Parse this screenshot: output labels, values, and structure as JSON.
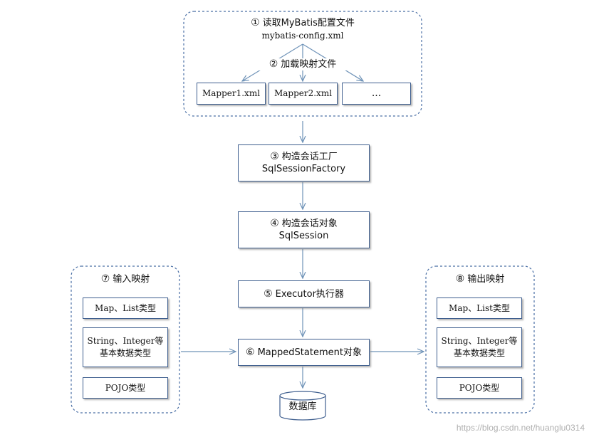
{
  "config": {
    "step_num": "①",
    "title": "读取MyBatis配置文件",
    "file": "mybatis-config.xml"
  },
  "load_mappings": {
    "step_num": "②",
    "label": "加载映射文件"
  },
  "mapper_files": [
    "Mapper1.xml",
    "Mapper2.xml",
    "..."
  ],
  "factory": {
    "step_num": "③",
    "label": "构造会话工厂",
    "class_name": "SqlSessionFactory"
  },
  "session": {
    "step_num": "④",
    "label": "构造会话对象",
    "class_name": "SqlSession"
  },
  "executor": {
    "step_num": "⑤",
    "label": "Executor执行器"
  },
  "mapped_statement": {
    "step_num": "⑥",
    "label": "MappedStatement对象"
  },
  "input_mapping": {
    "step_num": "⑦",
    "title": "输入映射",
    "items": [
      "Map、List类型",
      "String、Integer等",
      "基本数据类型",
      "POJO类型"
    ]
  },
  "output_mapping": {
    "step_num": "⑧",
    "title": "输出映射",
    "items": [
      "Map、List类型",
      "String、Integer等",
      "基本数据类型",
      "POJO类型"
    ]
  },
  "database": {
    "label": "数据库"
  },
  "watermark": "https://blog.csdn.net/huanglu0314",
  "colors": {
    "box_border": "#3f5f8f",
    "arrow": "#6f93b8",
    "dashed_group": "#4a6fa5"
  }
}
